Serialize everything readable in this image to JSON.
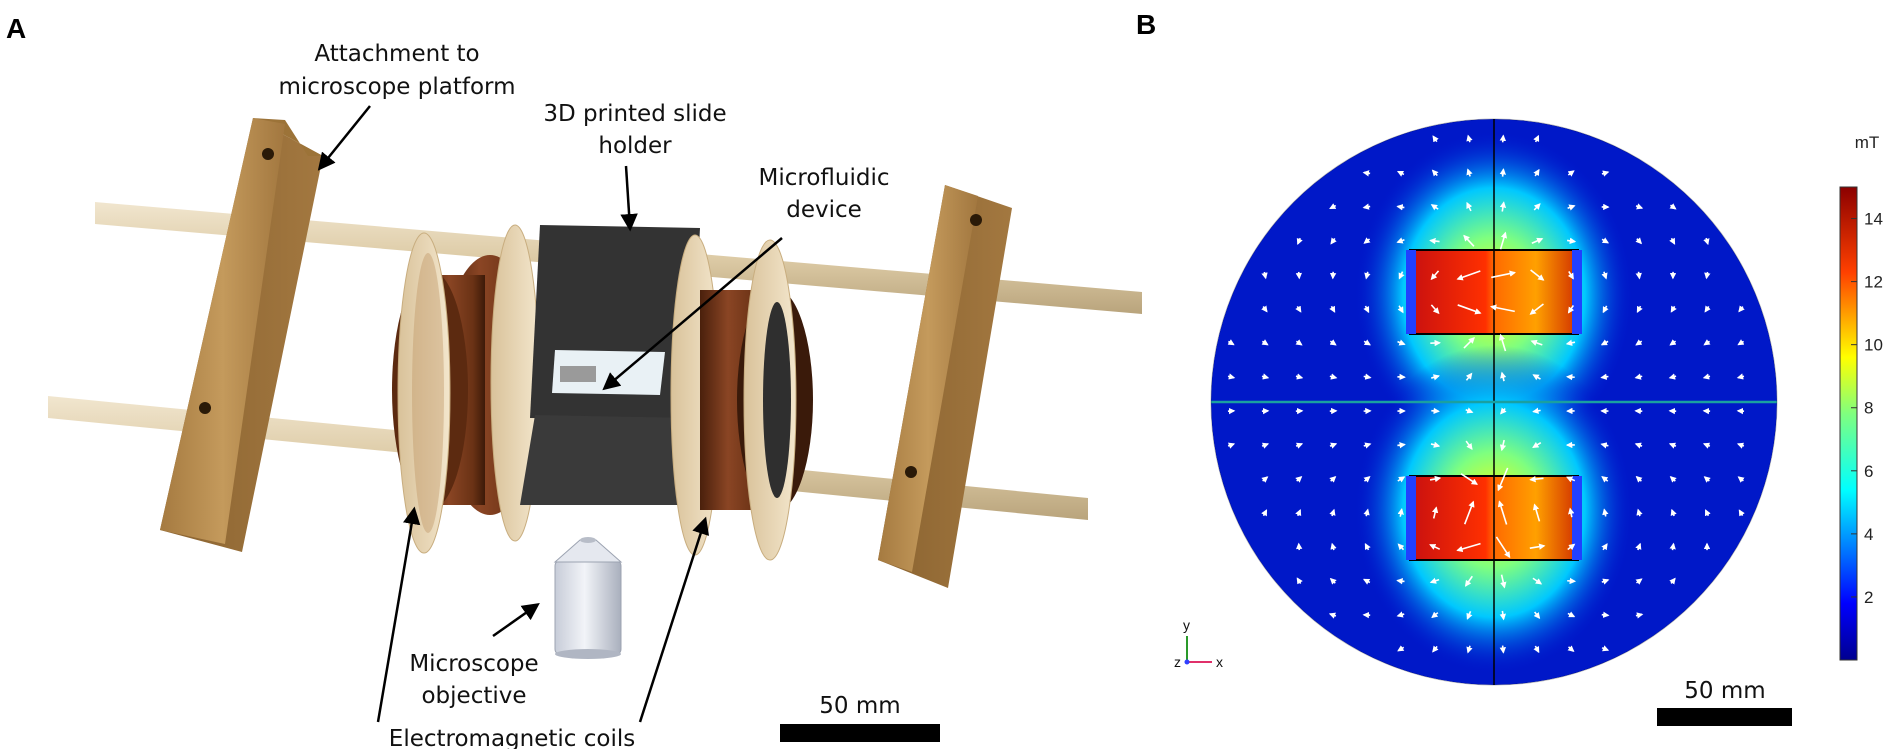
{
  "panel_a": {
    "letter": "A",
    "labels": {
      "attachment_line1": "Attachment to",
      "attachment_line2": "microscope platform",
      "holder_line1": "3D printed slide",
      "holder_line2": "holder",
      "microfluidic_line1": "Microfluidic",
      "microfluidic_line2": "device",
      "objective_line1": "Microscope",
      "objective_line2": "objective",
      "coils": "Electromagnetic coils"
    },
    "scale_bar": "50 mm"
  },
  "panel_b": {
    "letter": "B",
    "unit": "mT",
    "colorbar_ticks": [
      "14",
      "12",
      "10",
      "8",
      "6",
      "4",
      "2"
    ],
    "colorbar_max": 15,
    "axis_y": "y",
    "axis_z": "z",
    "axis_x": "x",
    "scale_bar": "50 mm"
  },
  "colors": {
    "wood": "#b88c4e",
    "coil": "#6b3418",
    "holder": "#2e2e2e",
    "field_low": "#00008f",
    "field_high": "#8b0000"
  }
}
